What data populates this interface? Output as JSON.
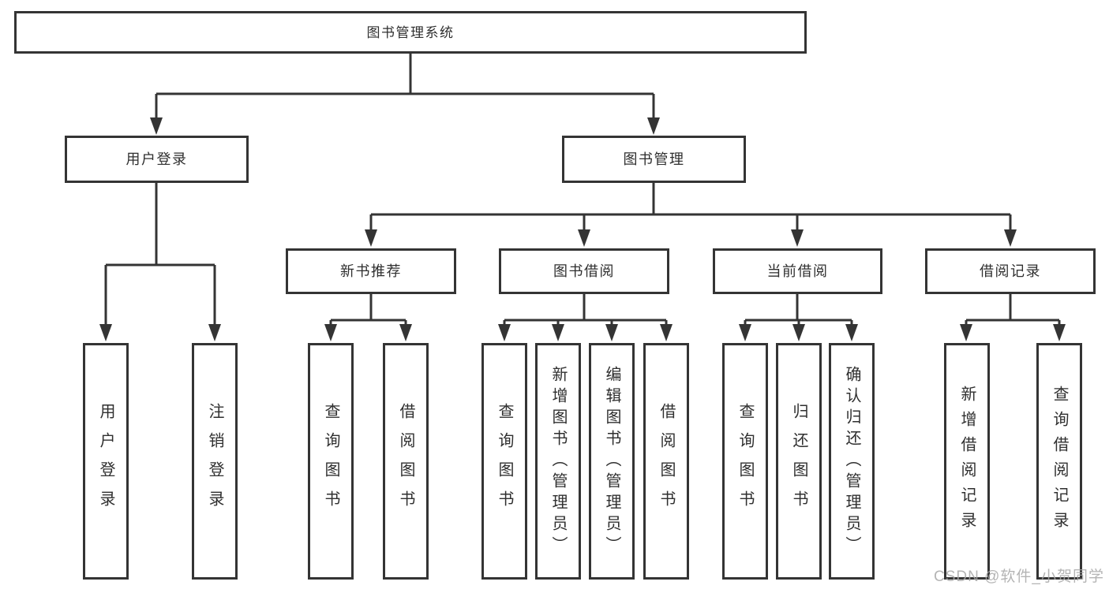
{
  "diagram": {
    "colors": {
      "line": "#343434",
      "text": "#2f2f2f",
      "background": "#ffffff",
      "watermark": "#a8a8a8"
    },
    "tree": {
      "root": {
        "label": "图书管理系统"
      },
      "children": [
        {
          "label": "用户登录",
          "children": [
            {
              "label": "用户登录"
            },
            {
              "label": "注销登录"
            }
          ]
        },
        {
          "label": "图书管理",
          "children": [
            {
              "label": "新书推荐",
              "children": [
                {
                  "label": "查询图书"
                },
                {
                  "label": "借阅图书"
                }
              ]
            },
            {
              "label": "图书借阅",
              "children": [
                {
                  "label": "查询图书"
                },
                {
                  "label": "新增图书（管理员）"
                },
                {
                  "label": "编辑图书（管理员）"
                },
                {
                  "label": "借阅图书"
                }
              ]
            },
            {
              "label": "当前借阅",
              "children": [
                {
                  "label": "查询图书"
                },
                {
                  "label": "归还图书"
                },
                {
                  "label": "确认归还（管理员）"
                }
              ]
            },
            {
              "label": "借阅记录",
              "children": [
                {
                  "label": "新增借阅记录"
                },
                {
                  "label": "查询借阅记录"
                }
              ]
            }
          ]
        }
      ]
    }
  },
  "watermark": {
    "text": "CSDN @软件_小贺同学"
  }
}
